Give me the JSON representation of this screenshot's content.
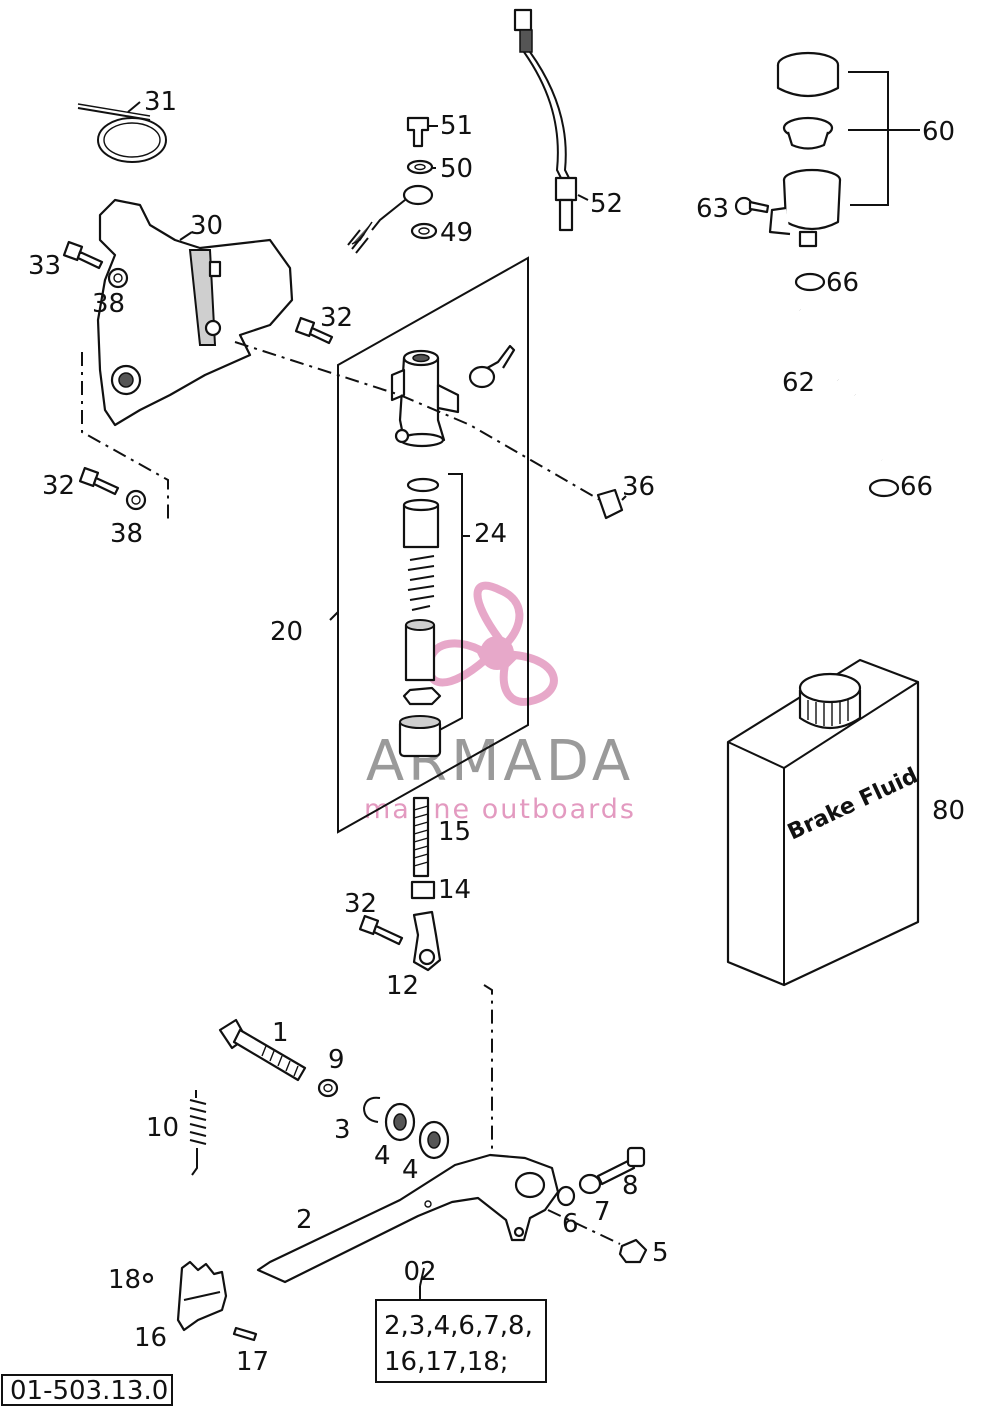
{
  "diagram_id": "01-503.13.0",
  "parts_set": {
    "label": "02",
    "contents_line1": "2,3,4,6,7,8,",
    "contents_line2": "16,17,18;"
  },
  "container_text": "Brake Fluid",
  "watermark": {
    "brand": "ARMADA",
    "tagline": "marine outboards",
    "brand_color": "#9a9a9a",
    "logo_color": "#e39ac0"
  },
  "callouts": {
    "p1": "1",
    "p2": "2",
    "p3": "3",
    "p4a": "4",
    "p4b": "4",
    "p5": "5",
    "p6": "6",
    "p7": "7",
    "p8": "8",
    "p9": "9",
    "p10": "10",
    "p12": "12",
    "p14": "14",
    "p15": "15",
    "p16": "16",
    "p17": "17",
    "p18": "18",
    "p20": "20",
    "p24": "24",
    "p30": "30",
    "p31": "31",
    "p32a": "32",
    "p32b": "32",
    "p32c": "32",
    "p33": "33",
    "p36": "36",
    "p38a": "38",
    "p38b": "38",
    "p49": "49",
    "p50": "50",
    "p51": "51",
    "p52": "52",
    "p60": "60",
    "p62": "62",
    "p63": "63",
    "p66a": "66",
    "p66b": "66",
    "p80": "80"
  }
}
